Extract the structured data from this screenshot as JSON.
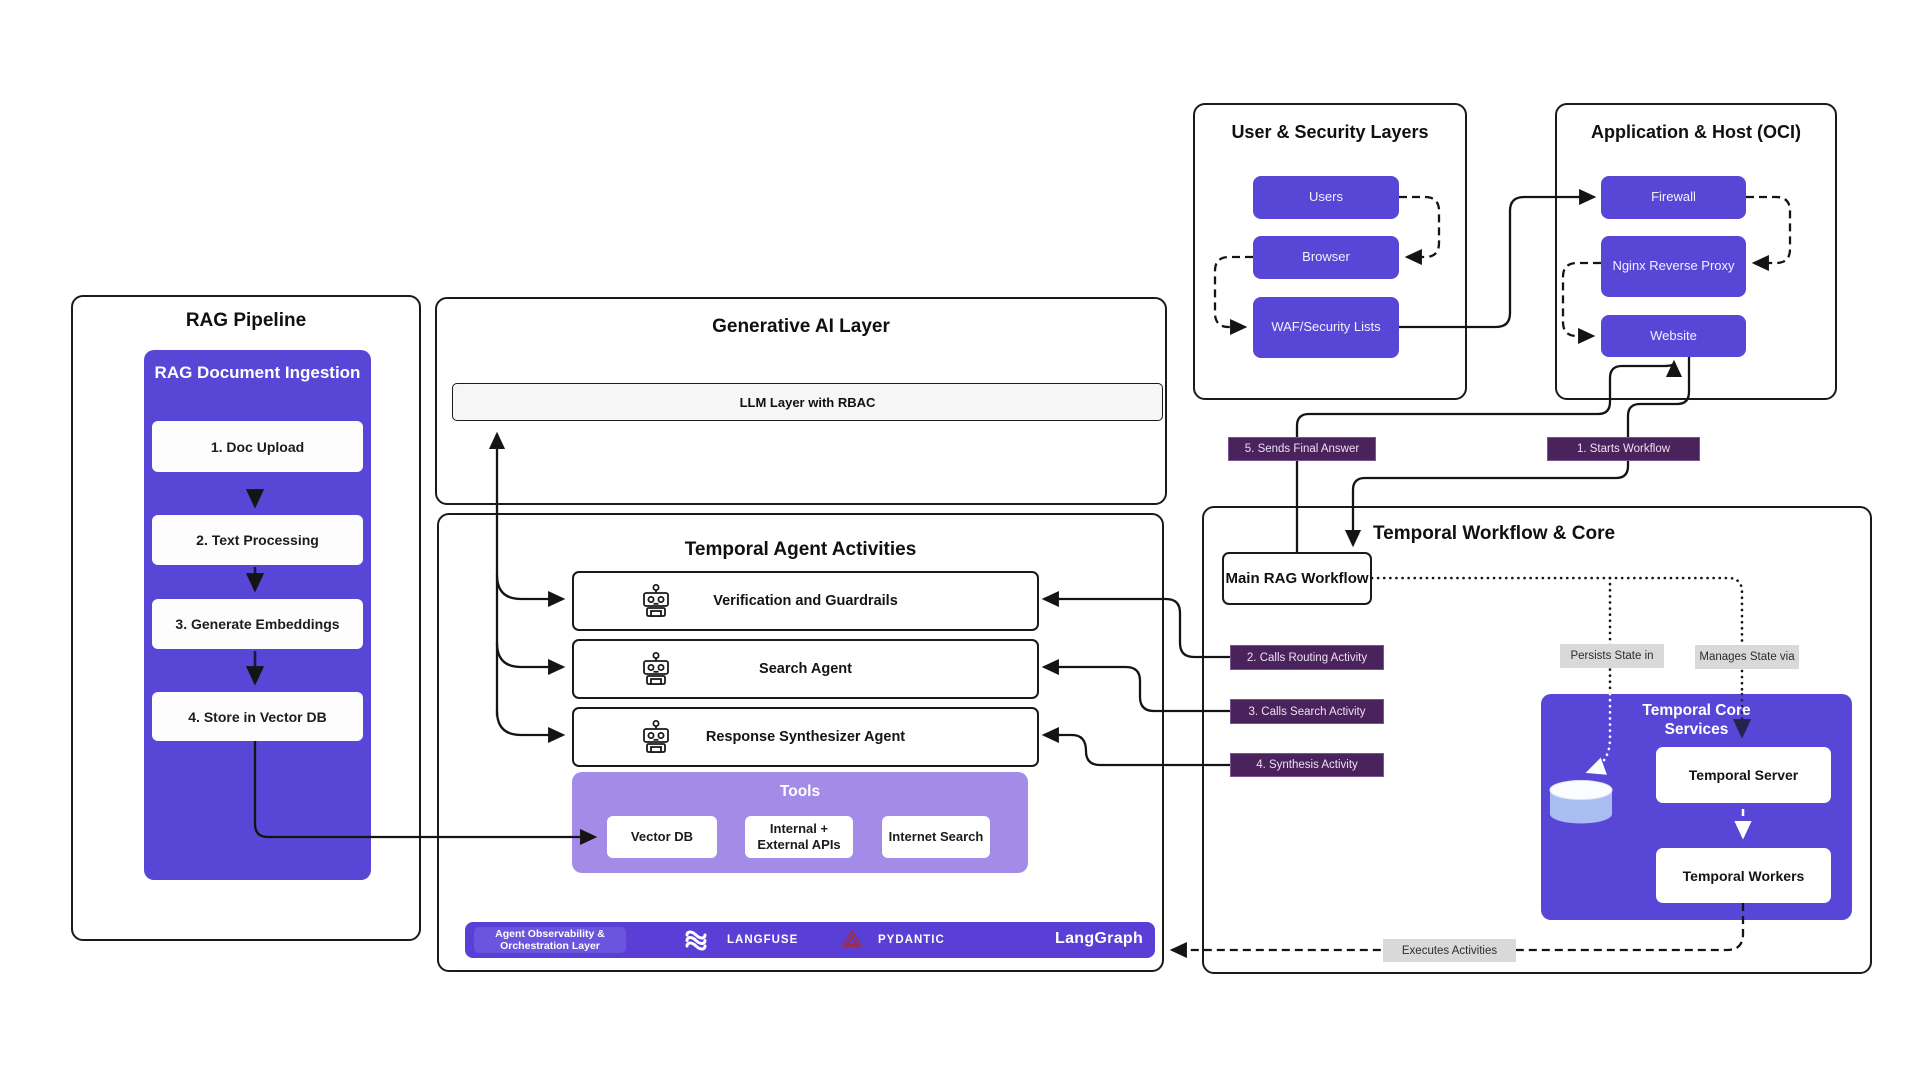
{
  "diagram": {
    "rag_pipeline": {
      "title": "RAG Pipeline",
      "ingestion": {
        "title": "RAG Document Ingestion",
        "steps": [
          "1. Doc Upload",
          "2. Text Processing",
          "3. Generate Embeddings",
          "4. Store in Vector DB"
        ]
      }
    },
    "generative_ai": {
      "title": "Generative AI Layer",
      "llm_bar": "LLM Layer with RBAC"
    },
    "temporal_agent_activities": {
      "title": "Temporal Agent Activities",
      "agents": [
        "Verification and Guardrails",
        "Search Agent",
        "Response Synthesizer Agent"
      ],
      "tools": {
        "title": "Tools",
        "items": [
          "Vector DB",
          "Internal + External APIs",
          "Internet Search"
        ]
      },
      "observability": {
        "label": "Agent Observability & Orchestration Layer",
        "brands": [
          "LANGFUSE",
          "PYDANTIC",
          "LangGraph"
        ]
      }
    },
    "user_security": {
      "title": "User & Security Layers",
      "nodes": [
        "Users",
        "Browser",
        "WAF/Security Lists"
      ]
    },
    "app_host": {
      "title": "Application & Host (OCI)",
      "nodes": [
        "Firewall",
        "Nginx Reverse Proxy",
        "Website"
      ]
    },
    "temporal_core": {
      "title": "Temporal Workflow & Core",
      "workflow": "Main RAG Workflow",
      "services": {
        "title": "Temporal Core Services",
        "nodes": [
          "Temporal Server",
          "Temporal Workers"
        ]
      }
    },
    "flow_labels": {
      "starts": "1. Starts Workflow",
      "routing": "2. Calls Routing Activity",
      "search": "3. Calls Search Activity",
      "synthesis": "4. Synthesis Activity",
      "sends": "5. Sends Final Answer",
      "persists": "Persists State in",
      "manages": "Manages State via",
      "executes": "Executes Activities"
    },
    "icons": {
      "agent": "robot-icon",
      "database": "database-cylinder-icon",
      "langfuse": "langfuse-logo-icon",
      "pydantic": "pydantic-logo-icon"
    },
    "colors": {
      "node_purple": "#5847d6",
      "tools_purple": "#a58be8",
      "bar_purple": "#5a3fd6",
      "flow_label_purple": "#4a235c",
      "gray_label": "#d9d9d9",
      "cylinder_blue": "#a9bdf2",
      "line": "#141414"
    }
  }
}
